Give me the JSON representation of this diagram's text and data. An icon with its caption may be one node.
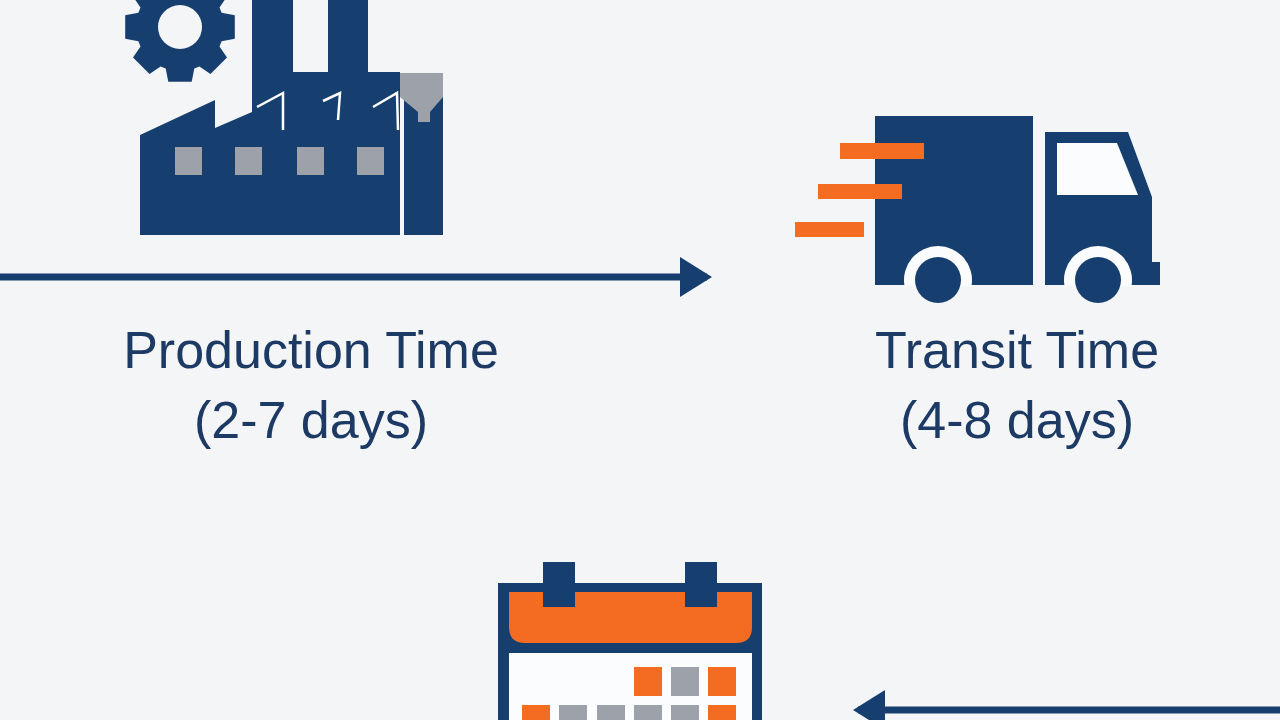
{
  "diagram": {
    "nodes": [
      {
        "text": [],
        "shape": "picture",
        "beside": [
          "Production Time (2-7 days)"
        ]
      },
      {
        "text": [],
        "shape": "picture",
        "beside": [
          "Transit Time (4-8 days)"
        ]
      },
      {
        "text": [],
        "shape": "picture"
      }
    ],
    "edges": [
      {
        "from": null,
        "to": 1,
        "arrow": "to"
      },
      {
        "from": null,
        "to": 2,
        "arrow": "to"
      }
    ]
  }
}
